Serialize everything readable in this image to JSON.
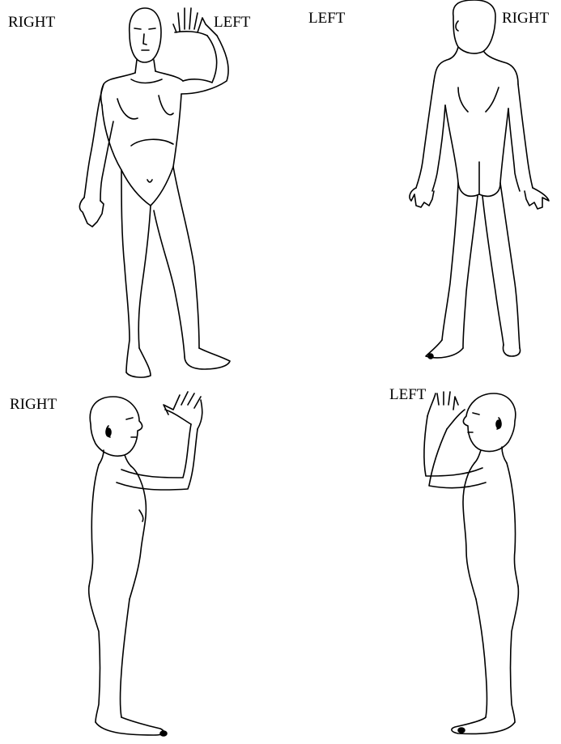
{
  "labels": {
    "front_right": "RIGHT",
    "front_left": "LEFT",
    "back_left": "LEFT",
    "back_right": "RIGHT",
    "side_right": "RIGHT",
    "side_left": "LEFT"
  },
  "figures": [
    {
      "view": "front"
    },
    {
      "view": "back"
    },
    {
      "view": "right-side"
    },
    {
      "view": "left-side"
    }
  ]
}
